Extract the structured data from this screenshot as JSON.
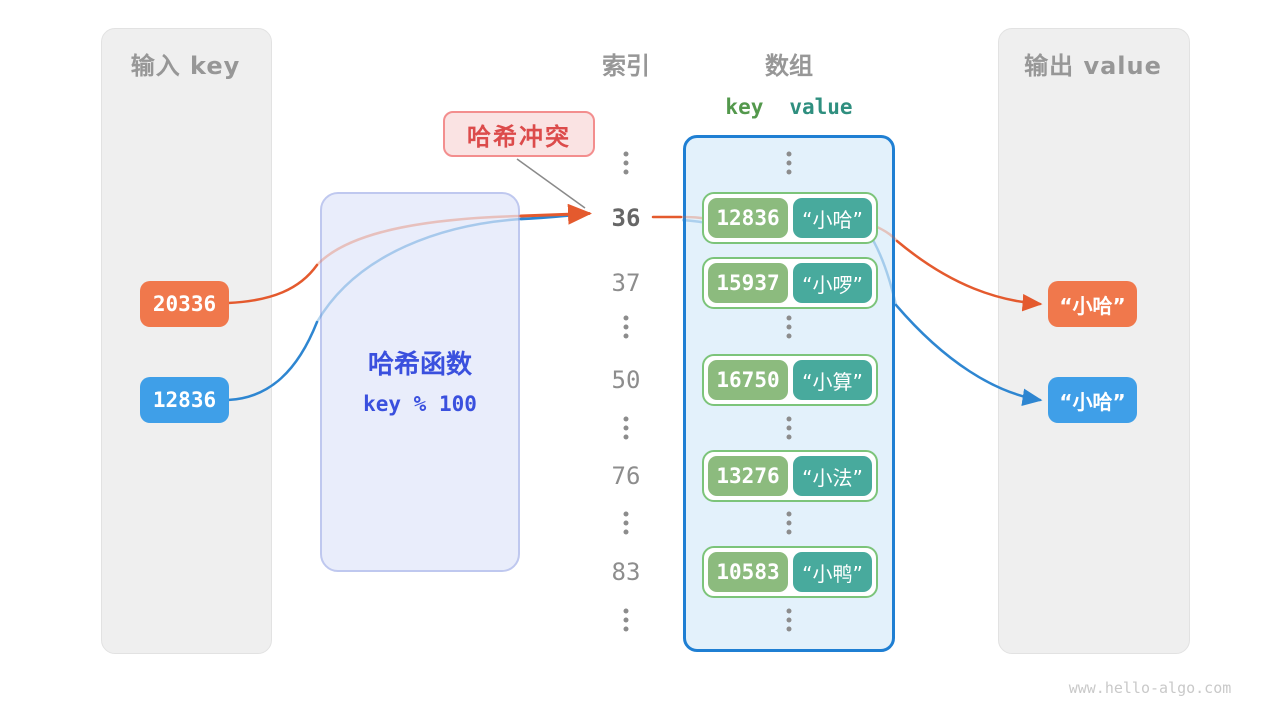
{
  "watermark": "www.hello-algo.com",
  "colors": {
    "orange": "#F0784C",
    "blue": "#3F9FE8",
    "arrow_orange": "#E45A2E",
    "arrow_blue": "#2E86D1",
    "key_green": "#8CBB7E",
    "value_teal": "#48AA9D",
    "row_border_green": "#7CC47A",
    "array_border_blue": "#1F7FD3",
    "array_fill": "#E3F1FB",
    "hash_fill": "#E9EDFB",
    "hash_border": "#BFC8EF",
    "hash_text": "#3A50DE",
    "collision_fill": "#FAE3E3",
    "collision_border": "#F38E8E",
    "collision_text": "#DC4B4B",
    "panel_gray": "#EFEFEF",
    "title_gray": "#979797"
  },
  "input_panel": {
    "title": "输入 key",
    "items": [
      {
        "label": "20336",
        "color": "#F0784C"
      },
      {
        "label": "12836",
        "color": "#3F9FE8"
      }
    ]
  },
  "hash_box": {
    "title": "哈希函数",
    "formula": "key % 100"
  },
  "collision_badge": {
    "label": "哈希冲突"
  },
  "index_column": {
    "title": "索引",
    "items": [
      {
        "label": "36",
        "highlight": true
      },
      {
        "label": "37"
      },
      {
        "label": "50"
      },
      {
        "label": "76"
      },
      {
        "label": "83"
      }
    ]
  },
  "array_panel": {
    "title": "数组",
    "key_header": "key",
    "value_header": "value",
    "entries": [
      {
        "index": "36",
        "key": "12836",
        "value": "“小哈”"
      },
      {
        "index": "37",
        "key": "15937",
        "value": "“小啰”"
      },
      {
        "index": "50",
        "key": "16750",
        "value": "“小算”"
      },
      {
        "index": "76",
        "key": "13276",
        "value": "“小法”"
      },
      {
        "index": "83",
        "key": "10583",
        "value": "“小鸭”"
      }
    ]
  },
  "output_panel": {
    "title": "输出 value",
    "items": [
      {
        "label": "“小哈”",
        "color": "#F0784C"
      },
      {
        "label": "“小哈”",
        "color": "#3F9FE8"
      }
    ]
  }
}
